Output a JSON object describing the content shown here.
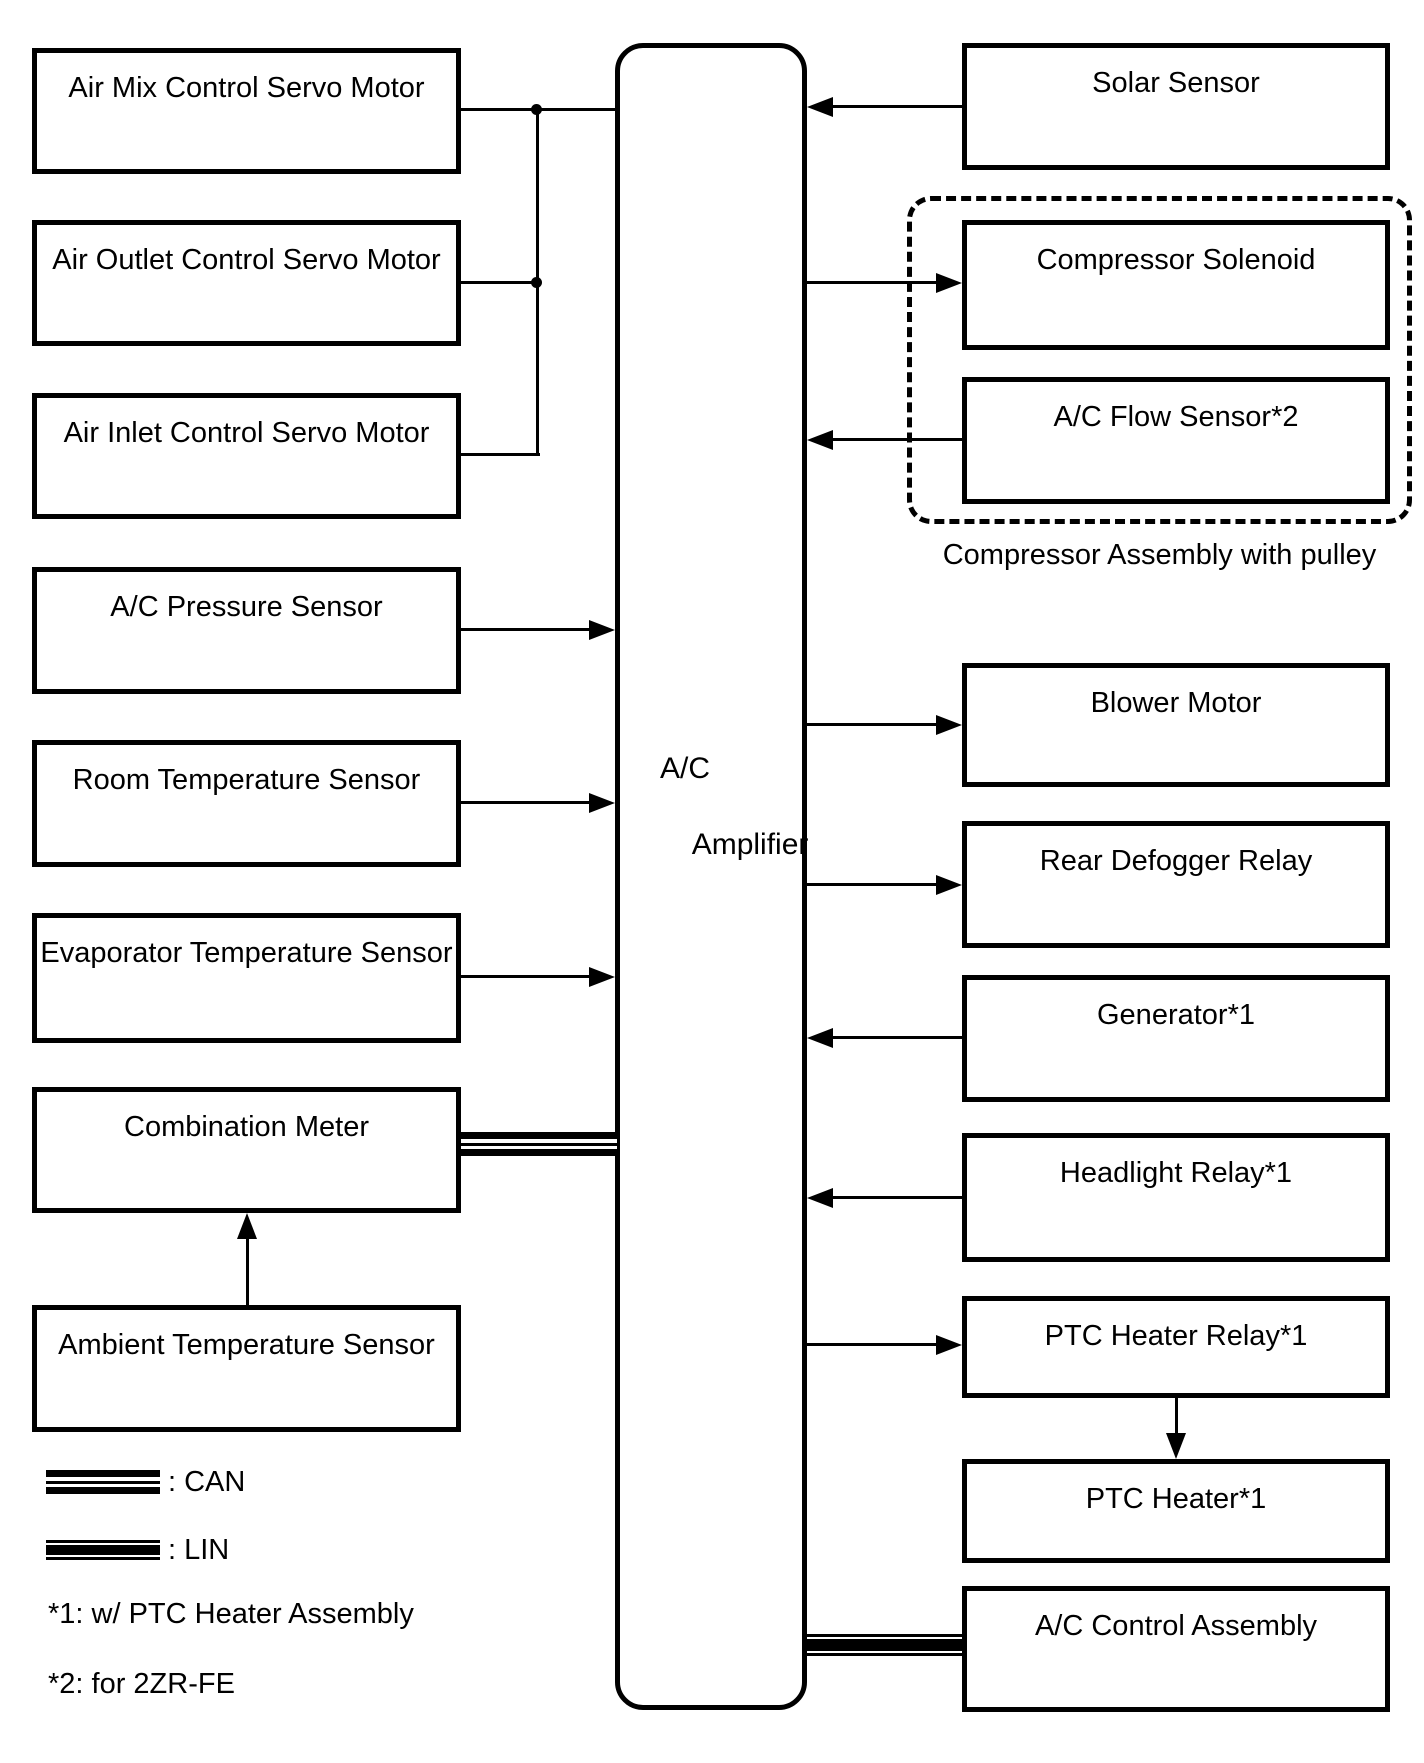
{
  "colors": {
    "ink": "#000000",
    "paper": "#ffffff"
  },
  "amplifier": {
    "line1": "A/C",
    "line2": "Amplifier"
  },
  "left_nodes": [
    {
      "label": "Air Mix Control Servo Motor"
    },
    {
      "label": "Air Outlet Control Servo Motor"
    },
    {
      "label": "Air Inlet Control Servo Motor"
    },
    {
      "label": "A/C Pressure Sensor"
    },
    {
      "label": "Room Temperature Sensor"
    },
    {
      "label": "Evaporator Temperature Sensor"
    },
    {
      "label": "Combination Meter"
    },
    {
      "label": "Ambient Temperature Sensor"
    }
  ],
  "right_nodes": [
    {
      "label": "Solar Sensor"
    },
    {
      "label": "Compressor Solenoid"
    },
    {
      "label": "A/C Flow Sensor*2"
    },
    {
      "label": "Blower Motor"
    },
    {
      "label": "Rear Defogger Relay"
    },
    {
      "label": "Generator*1"
    },
    {
      "label": "Headlight Relay*1"
    },
    {
      "label": "PTC Heater Relay*1"
    },
    {
      "label": "PTC Heater*1"
    },
    {
      "label": "A/C Control Assembly"
    }
  ],
  "group": {
    "label": "Compressor Assembly with pulley"
  },
  "legend": {
    "can": ": CAN",
    "lin": ": LIN",
    "footnote1": "*1: w/ PTC Heater Assembly",
    "footnote2": "*2: for 2ZR-FE"
  }
}
